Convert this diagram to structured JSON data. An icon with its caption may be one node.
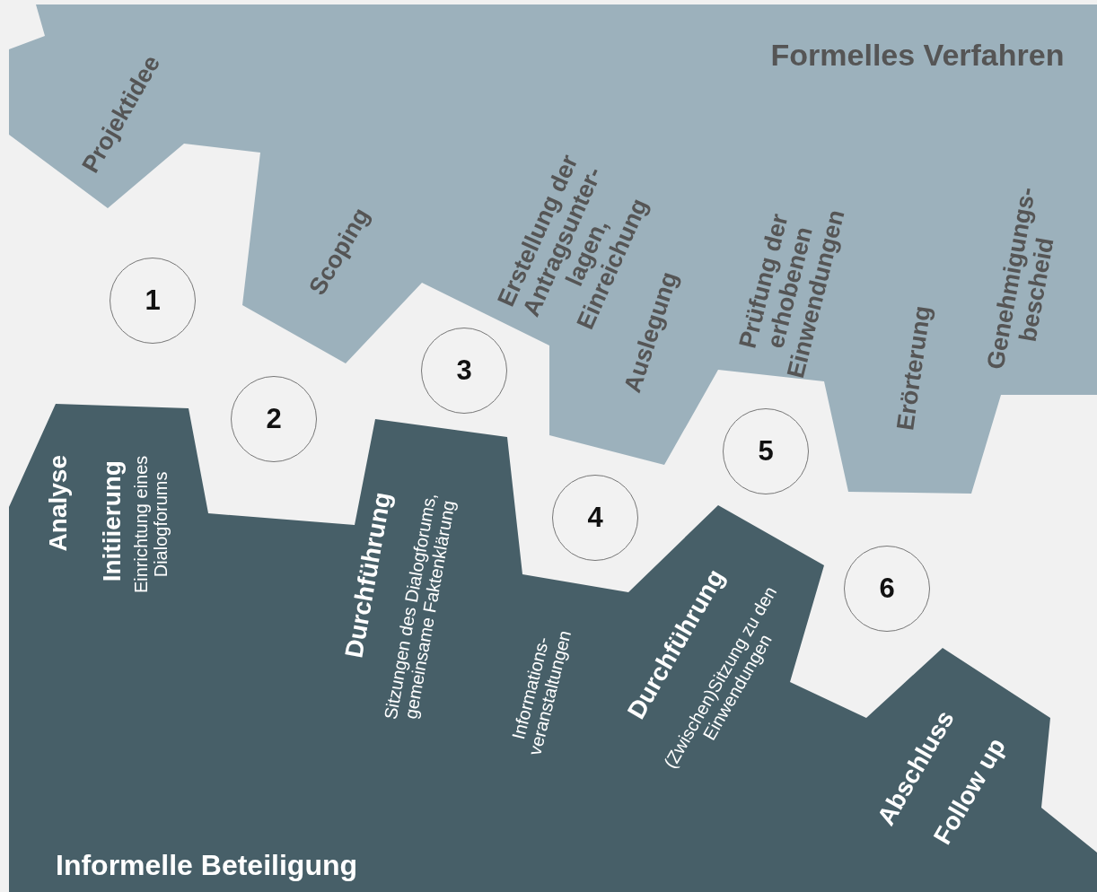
{
  "diagram": {
    "nodes": [
      {
        "text": [
          "Formelles Verfahren",
          "Projektidee",
          "Scoping",
          "Erstellung der Antragsunter- lagen, Einreichung",
          "Auslegung",
          "Prüfung der erhobenen Einwendungen",
          "Erörterung",
          "Genehmigungs- bescheid"
        ]
      },
      {
        "text": [
          "1"
        ]
      },
      {
        "text": [
          "2"
        ]
      },
      {
        "text": [
          "3"
        ]
      },
      {
        "text": [
          "4"
        ]
      },
      {
        "text": [
          "5"
        ]
      },
      {
        "text": [
          "6"
        ]
      },
      {
        "text": [
          "Informelle Beteiligung",
          "Analyse",
          "Initiierung",
          "Einrichtung eines Dialogforums",
          "Durchführung",
          "Sitzungen des Dialogforums, gemeinsame Faktenklärung",
          "Informations- veranstaltungen",
          "Durchführung",
          "(Zwischen)Sitzung zu den Einwendungen",
          "Abschluss",
          "Follow up"
        ]
      }
    ],
    "edges": []
  }
}
